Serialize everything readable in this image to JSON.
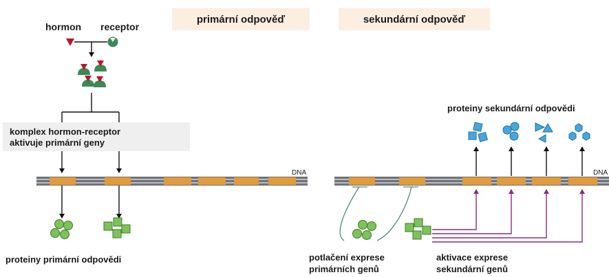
{
  "titles": {
    "primary": "primární odpověď",
    "secondary": "sekundární odpověď"
  },
  "labels": {
    "hormone": "hormon",
    "receptor": "receptor",
    "complex_line1": "komplex hormon-receptor",
    "complex_line2": "aktivuje primární geny",
    "dna_left": "DNA",
    "dna_right": "DNA",
    "primary_proteins": "proteiny primární odpovědi",
    "secondary_proteins": "proteiny sekundární odpovědi",
    "repression_line1": "potlačení exprese",
    "repression_line2": "primárních genů",
    "activation_line1": "aktivace exprese",
    "activation_line2": "sekundární genů"
  },
  "colors": {
    "banner_bg": "#fdeee2",
    "box_bg": "#efefef",
    "dna_gray": "#6f7378",
    "gene_orange": "#e29a3a",
    "hormone_red": "#b8172b",
    "receptor_green": "#3b8a55",
    "primary_protein_green": "#7ec25a",
    "secondary_protein_blue": "#47a7dc",
    "activation_purple": "#8b2b78",
    "repression_teal": "#4f8a7a"
  }
}
